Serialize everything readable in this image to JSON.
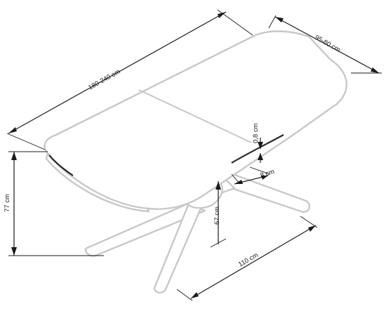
{
  "dimensions": {
    "length": "180-240 cm",
    "width": "95-80 cm",
    "top_thickness": "0,8 cm",
    "edge_thickness": "8 cm",
    "height": "77 cm",
    "leg_clearance": "67 cm",
    "base_length": "110 cm"
  },
  "colors": {
    "outline": "#c8c8c8",
    "dimension_lines": "#1a1a1a"
  }
}
